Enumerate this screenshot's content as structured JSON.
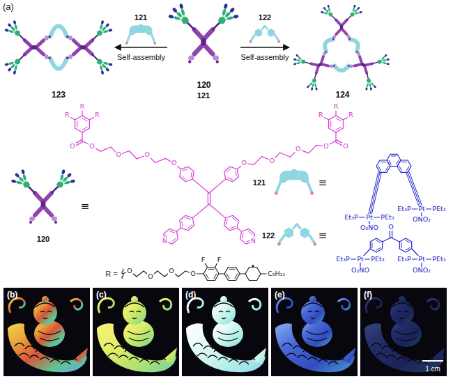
{
  "diagram": {
    "nodes": [
      {
        "text": [
          "123"
        ]
      },
      {
        "text": [
          "120"
        ]
      },
      {
        "text": [
          "124"
        ]
      }
    ],
    "edges": [
      {
        "from": 1,
        "to": 0,
        "arrow": "to",
        "label": "Self-assembly"
      },
      {
        "from": 1,
        "to": 2,
        "arrow": "to",
        "label": "Self-assembly"
      }
    ],
    "labels": [
      "(a)",
      "121",
      "122",
      "121",
      "120",
      "≡",
      "R",
      "R",
      "R",
      "R",
      "R",
      "R",
      "O",
      "O",
      "O",
      "O",
      "O",
      "O",
      "O",
      "O",
      "O",
      "O",
      "N",
      "N",
      "121",
      "≡",
      "122",
      "≡",
      "Et₃P",
      "Pt",
      "PEt₃",
      "O₂NO",
      "Et₃P",
      "Pt",
      "PEt₃",
      "ONO₂",
      "O",
      "Et₃P",
      "Pt",
      "PEt₃",
      "O₂NO",
      "Et₃P",
      "Pt",
      "PEt₃",
      "ONO₂",
      "R =",
      "O",
      "O",
      "O",
      "O",
      "F",
      "F",
      "C₅H₁₁",
      "(b)",
      "(c)",
      "(d)",
      "(e)",
      "(f)",
      "1 cm"
    ]
  }
}
